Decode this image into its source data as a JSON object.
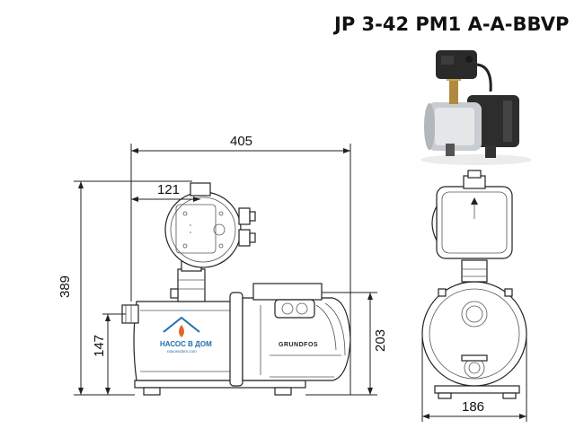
{
  "title": "JP 3-42 PM1 A-A-BBVP",
  "dimensions": {
    "total_length": "405",
    "controller_offset": "121",
    "total_height": "389",
    "inlet_height": "147",
    "motor_height": "203",
    "width": "186"
  },
  "watermark": {
    "name": "НАСОС В ДОМ",
    "site": "nasosvdom.com"
  },
  "brand_label": "GRUNDFOS",
  "colors": {
    "line": "#222222",
    "logo_blue": "#1f6fb2",
    "logo_orange": "#e0662a",
    "product_body": "#c9ccd0",
    "product_dark": "#2a2a2a"
  }
}
